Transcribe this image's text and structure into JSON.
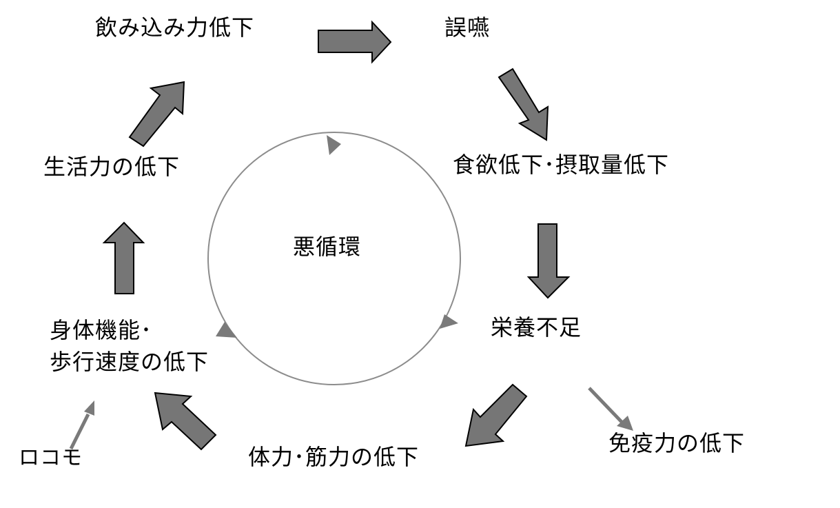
{
  "center_label": "悪循環",
  "nodes": {
    "swallowing": "飲み込み力低下",
    "aspiration": "誤嚥",
    "appetite": "食欲低下･摂取量低下",
    "malnutrition": "栄養不足",
    "immunity": "免疫力の低下",
    "strength": "体力･筋力の低下",
    "physical_line1": "身体機能･",
    "physical_line2": "歩行速度の低下",
    "locomo": "ロコモ",
    "vitality": "生活力の低下"
  },
  "colors": {
    "arrow_fill": "#767676",
    "arrow_stroke": "#000000",
    "cycle_line": "#8c8c8c",
    "cycle_head": "#7a7a7a"
  },
  "icons": {
    "flow_arrow": "block-arrow",
    "thin_arrow": "line-arrow"
  }
}
